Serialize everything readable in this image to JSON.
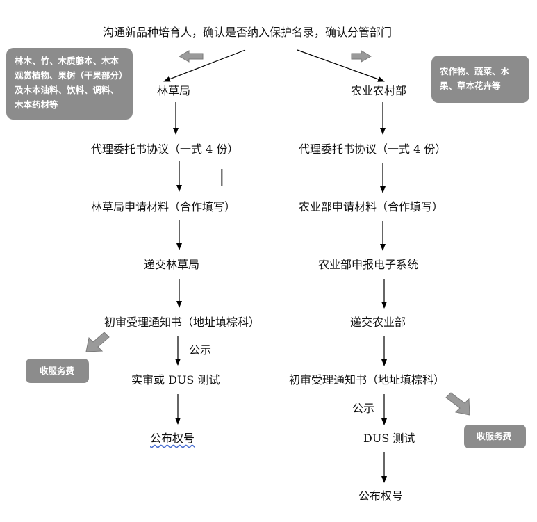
{
  "title": "沟通新品种培育人，确认是否纳入保护名录，确认分管部门",
  "left": {
    "category": "林木、竹、木质藤本、木本观赏植物、果树（干果部分）及木本油料、饮料、调料、木本药材等",
    "dept": "林草局",
    "step1": "代理委托书协议（一式 4 份）",
    "step2": "林草局申请材料（合作填写）",
    "step3": "递交林草局",
    "step4": "初审受理通知书（地址填棕科）",
    "publicity": "公示",
    "step5": "实审或 DUS 测试",
    "step6": "公布权号",
    "fee": "收服务费"
  },
  "right": {
    "category": "农作物、蔬菜、水果、草本花卉等",
    "dept": "农业农村部",
    "step1": "代理委托书协议（一式 4 份）",
    "step2": "农业部申请材料（合作填写）",
    "step3": "农业部申报电子系统",
    "step4": "递交农业部",
    "step5": "初审受理通知书（地址填棕科）",
    "publicity": "公示",
    "step6": "DUS 测试",
    "step7": "公布权号",
    "fee": "收服务费"
  },
  "colors": {
    "box_fill": "#8c8c8c",
    "box_text": "#ffffff",
    "line": "#000000"
  }
}
